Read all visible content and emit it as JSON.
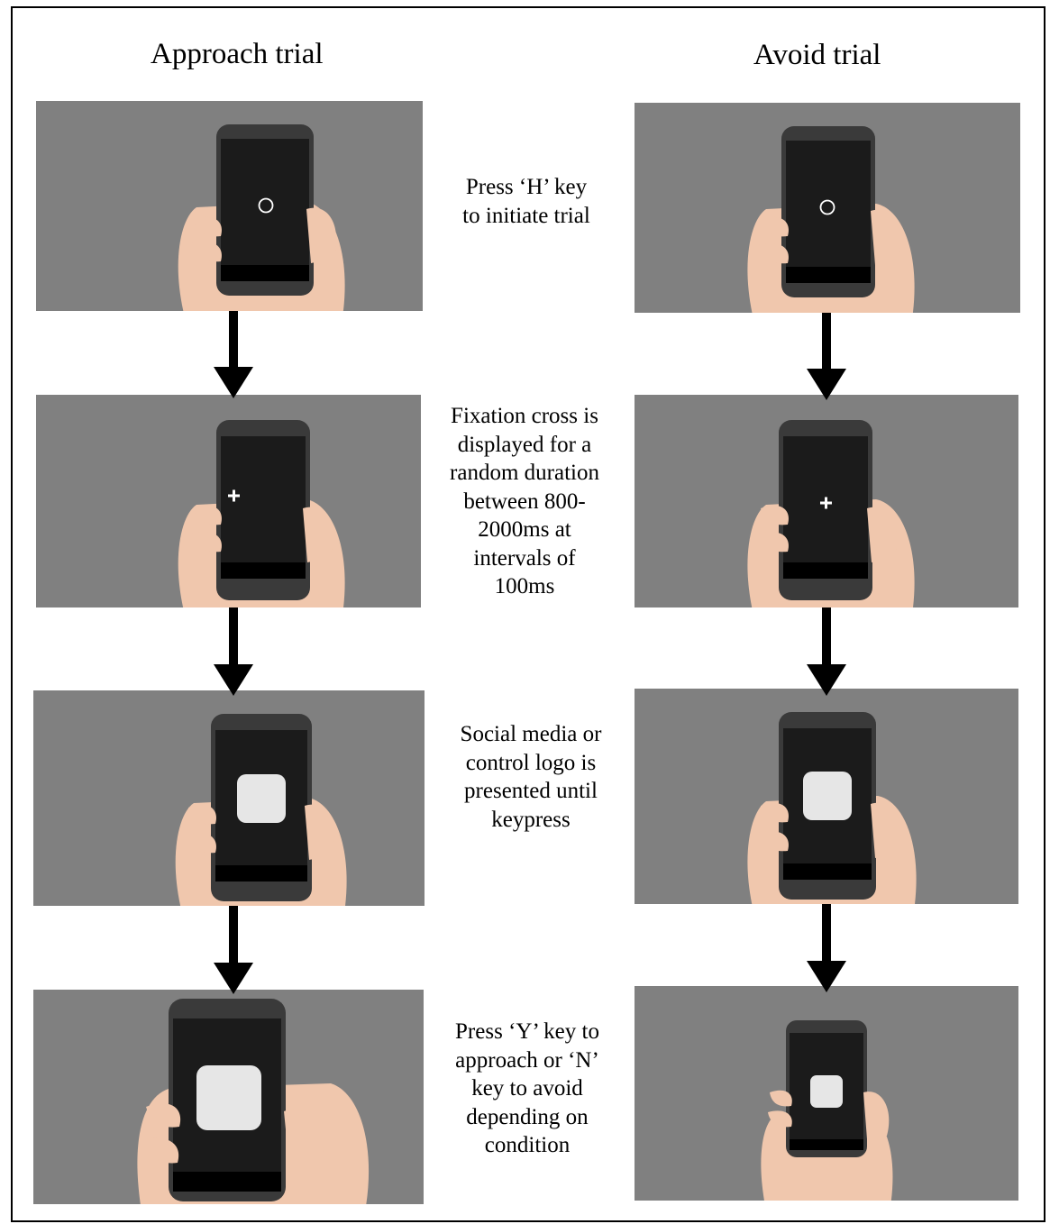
{
  "columns": {
    "approach_title": "Approach trial",
    "avoid_title": "Avoid trial"
  },
  "steps": [
    {
      "lines": [
        "Press ‘H’ key",
        "to initiate trial"
      ],
      "screen": "circle"
    },
    {
      "lines": [
        "Fixation cross is",
        "displayed for a",
        "random duration",
        "between 800-",
        "2000ms at",
        "intervals of",
        "100ms"
      ],
      "screen": "cross"
    },
    {
      "lines": [
        "Social media or",
        "control logo is",
        "presented until",
        "keypress"
      ],
      "screen": "logo"
    },
    {
      "lines": [
        "Press ‘Y’ key to",
        "approach or ‘N’",
        "key to avoid",
        "depending on",
        "condition"
      ],
      "screen": "logo"
    }
  ],
  "colors": {
    "panel_background": "#808080",
    "phone_screen": "#1b1b1b",
    "logo": "#e6e6e6",
    "hand": "#f0c7ad",
    "arrow": "#000000"
  }
}
